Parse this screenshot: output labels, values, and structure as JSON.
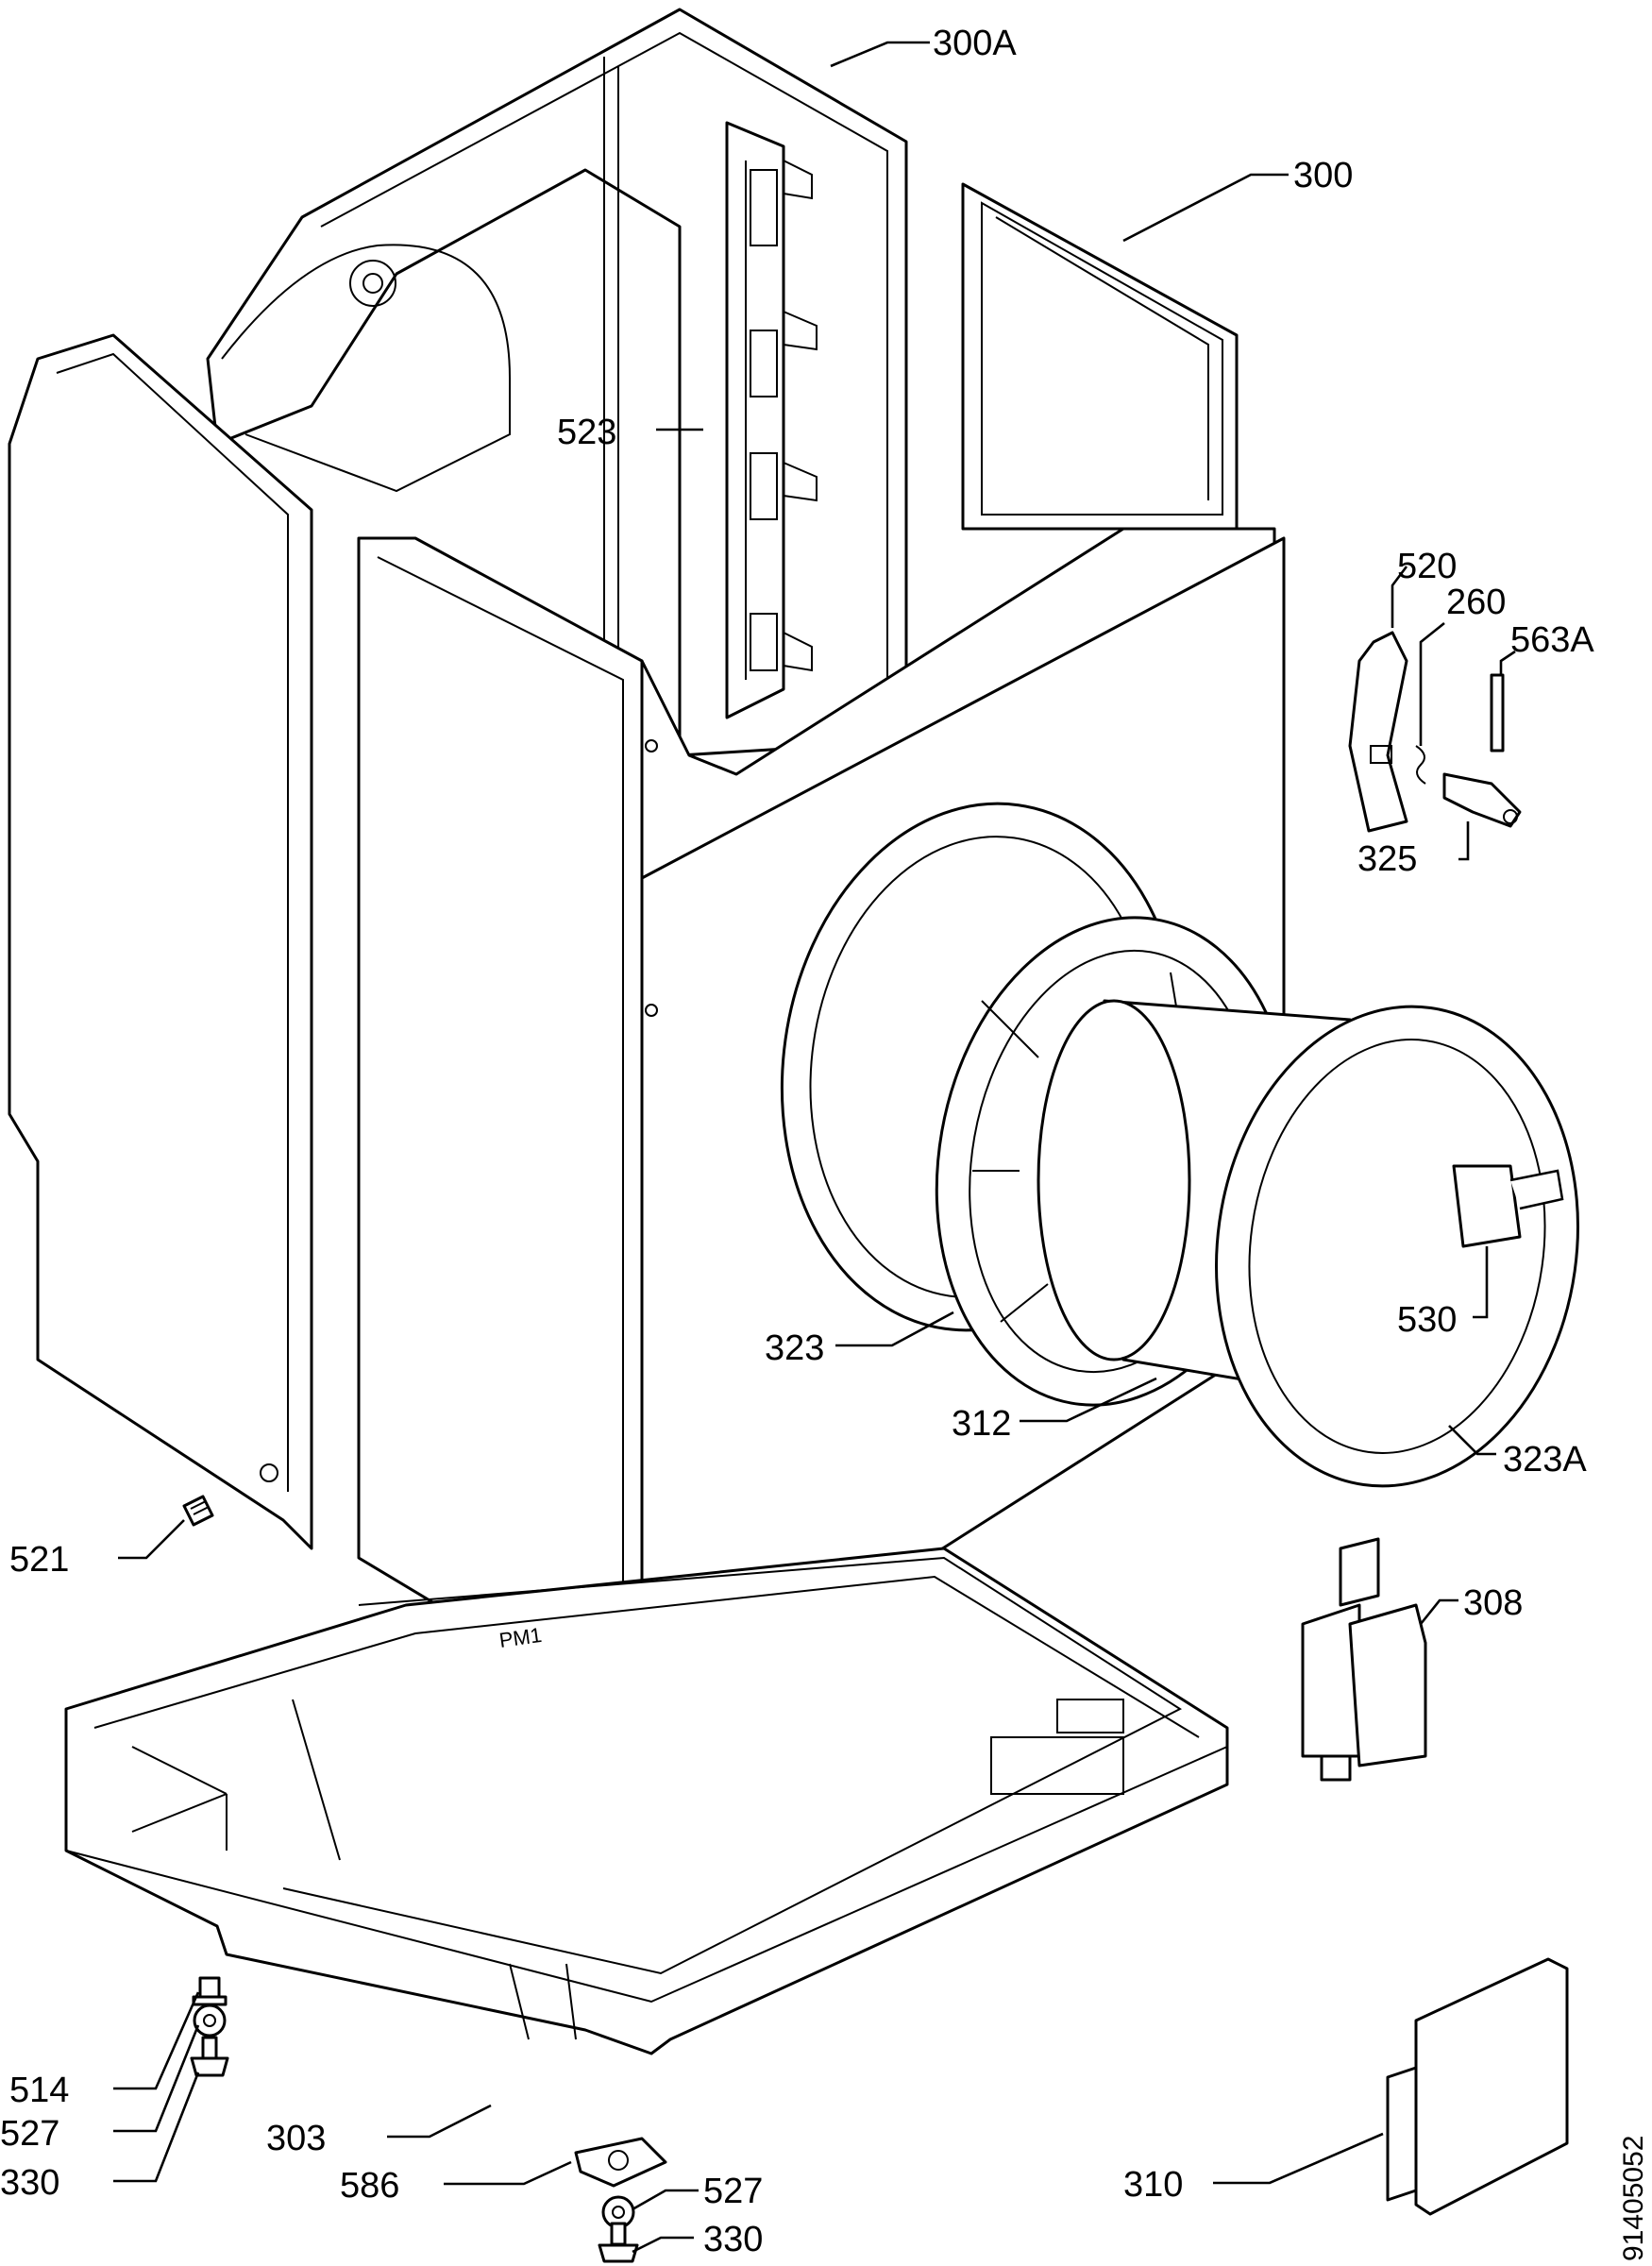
{
  "callouts": {
    "c300A": "300A",
    "c300": "300",
    "c523": "523",
    "c520": "520",
    "c260": "260",
    "c563A": "563A",
    "c325": "325",
    "c323": "323",
    "c530": "530",
    "c312": "312",
    "c323A": "323A",
    "c521": "521",
    "c308": "308",
    "c514": "514",
    "c527a": "527",
    "c330a": "330",
    "c303": "303",
    "c586": "586",
    "c527b": "527",
    "c330b": "330",
    "c310": "310"
  },
  "embossed_mark": "PM1",
  "drawing_number": "91405052"
}
